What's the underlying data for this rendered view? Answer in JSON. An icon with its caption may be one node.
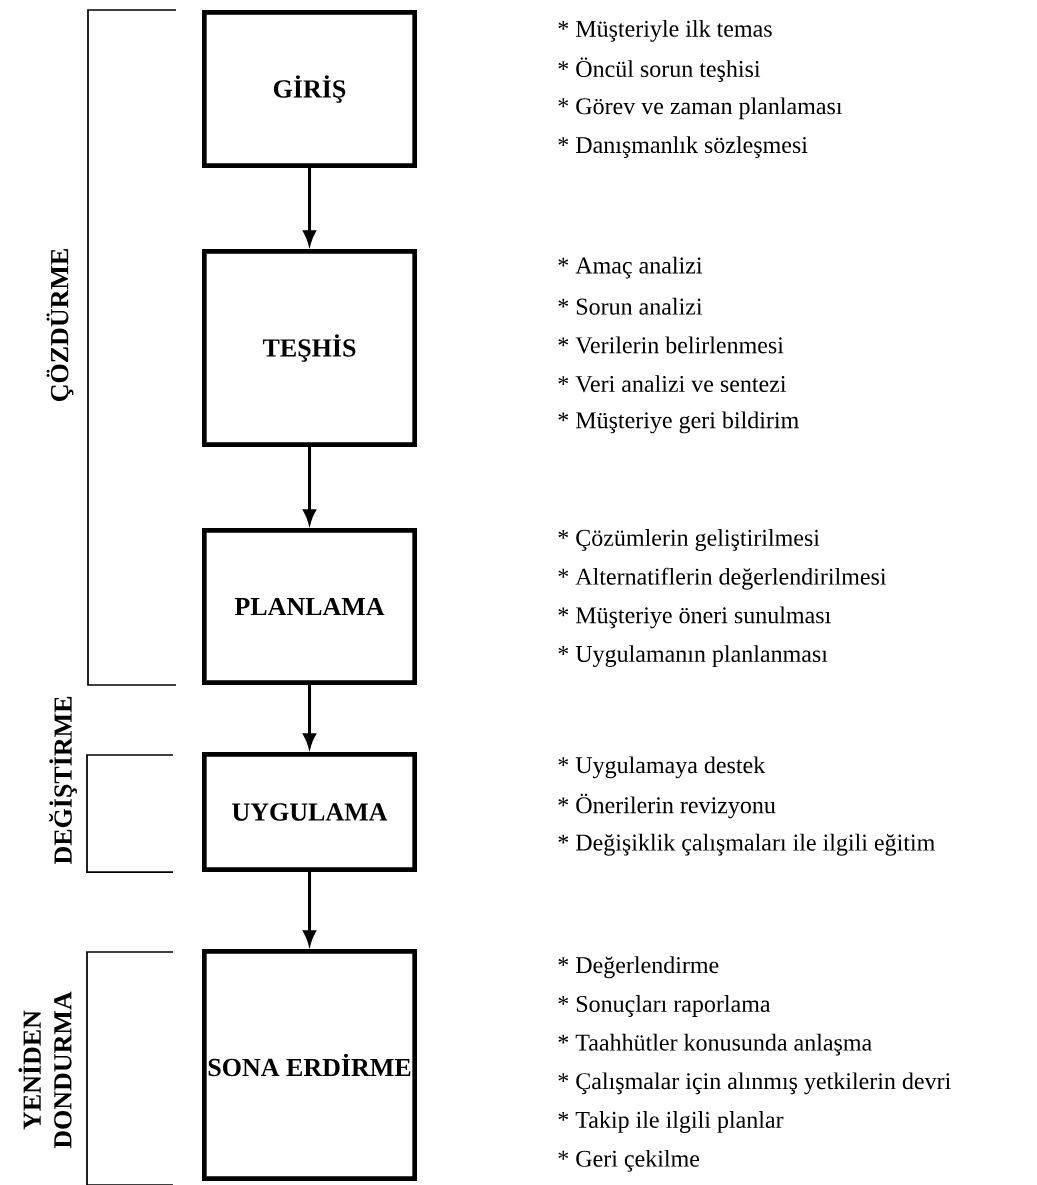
{
  "diagram": {
    "nodes": [
      {
        "text": [
          "GİRİŞ"
        ],
        "beside": [
          "* Müşteriyle ilk temas",
          "* Öncül sorun teşhisi",
          "* Görev ve zaman planlaması",
          "* Danışmanlık sözleşmesi"
        ]
      },
      {
        "text": [
          "TEŞHİS"
        ],
        "beside": [
          "* Amaç analizi",
          "* Sorun analizi",
          "* Verilerin belirlenmesi",
          "* Veri analizi ve sentezi",
          "* Müşteriye geri bildirim"
        ]
      },
      {
        "text": [
          "PLANLAMA"
        ],
        "beside": [
          "* Çözümlerin geliştirilmesi",
          "* Alternatiflerin değerlendirilmesi",
          "* Müşteriye öneri sunulması",
          "* Uygulamanın planlanması"
        ]
      },
      {
        "text": [
          "UYGULAMA"
        ],
        "beside": [
          "* Uygulamaya destek",
          "* Önerilerin revizyonu",
          "* Değişiklik çalışmaları ile ilgili eğitim"
        ]
      },
      {
        "text": [
          "SONA ERDİRME"
        ],
        "beside": [
          "* Değerlendirme",
          "* Sonuçları raporlama",
          "* Taahhütler konusunda anlaşma",
          "* Çalışmalar için alınmış yetkilerin devri",
          "* Takip ile ilgili planlar",
          "* Geri çekilme"
        ]
      }
    ],
    "edges": [
      {
        "from": 0,
        "to": 1,
        "arrow": "to"
      },
      {
        "from": 1,
        "to": 2,
        "arrow": "to"
      },
      {
        "from": 2,
        "to": 3,
        "arrow": "to"
      },
      {
        "from": 3,
        "to": 4,
        "arrow": "to"
      }
    ],
    "labels": [
      "ÇÖZDÜRME",
      "DEĞİŞTİRME",
      "YENİDEN DONDURMA"
    ]
  }
}
